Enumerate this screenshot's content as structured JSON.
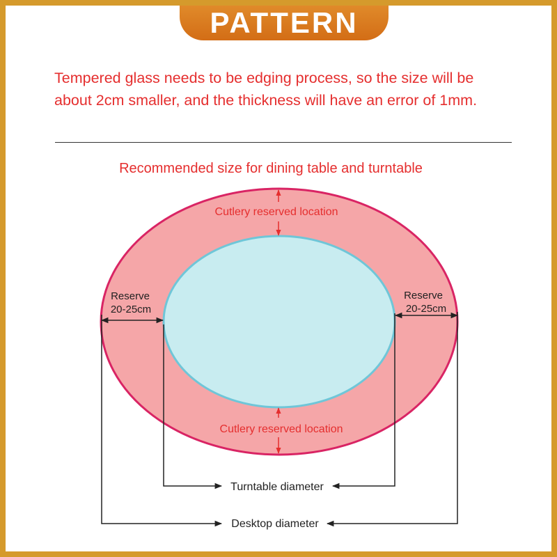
{
  "banner": {
    "title": "PATTERN"
  },
  "note": {
    "line1": "Tempered glass needs to be edging process, so the size will be",
    "line2": "about 2cm smaller, and the thickness will have an error of 1mm."
  },
  "diagram": {
    "title": "Recommended size for dining table and turntable",
    "cutlery_top": "Cutlery reserved location",
    "cutlery_bottom": "Cutlery reserved location",
    "reserve_left_1": "Reserve",
    "reserve_left_2": "20-25cm",
    "reserve_right_1": "Reserve",
    "reserve_right_2": "20-25cm",
    "turntable_label": "Turntable diameter",
    "desktop_label": "Desktop diameter"
  },
  "colors": {
    "frame": "#d59a2c",
    "banner": "#d97a1f",
    "text_red": "#e52e2e",
    "table_fill": "#f5a6a8",
    "table_stroke": "#d92464",
    "turntable_fill": "#c8ecf0",
    "turntable_stroke": "#6fc6d8"
  }
}
